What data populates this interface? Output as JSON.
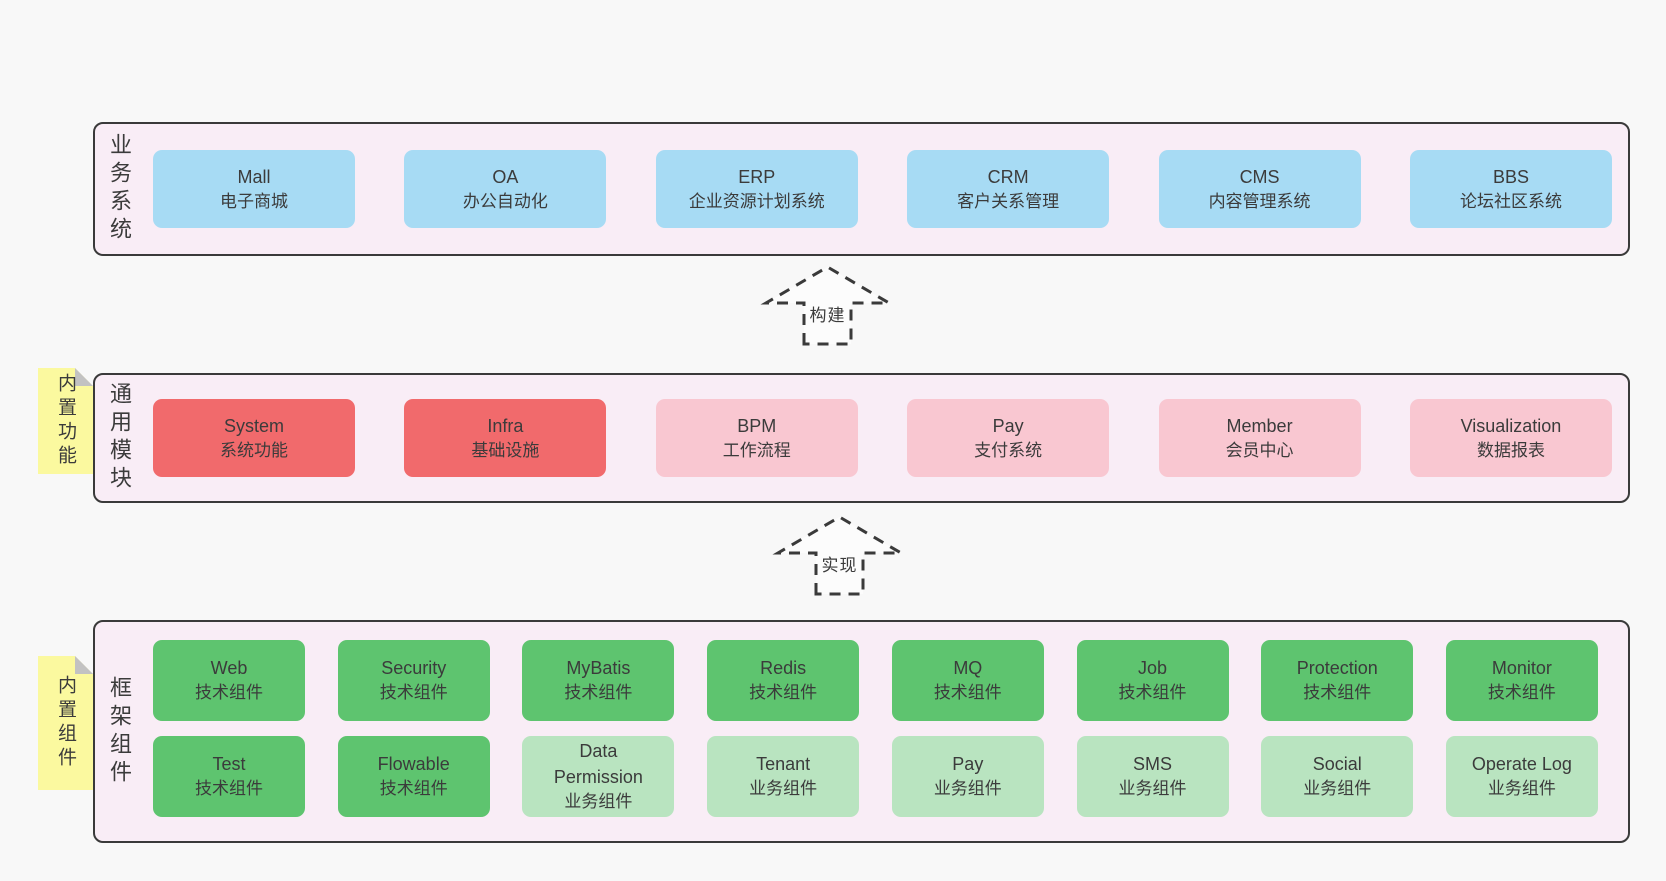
{
  "diagram": {
    "colors": {
      "pageBg": "#f8f8f8",
      "containerBg": "#f9edf6",
      "borderColor": "#3a3a3a",
      "textColor": "#3b3b3b",
      "blue": "#a7dbf4",
      "red": "#f16a6c",
      "pink": "#f9c7d1",
      "green": "#5ec46f",
      "lightGreen": "#b9e4c0",
      "yellow": "#fbf99f",
      "foldGray": "#c2c2c2",
      "arrowFill": "#fcfcfc"
    },
    "notes": [
      {
        "text": "内置功能"
      },
      {
        "text": "内置组件"
      }
    ],
    "arrows": [
      {
        "label": "构建"
      },
      {
        "label": "实现"
      }
    ],
    "layers": [
      {
        "label": "业务系统",
        "boxes": [
          {
            "en": "Mall",
            "zh": "电子商城"
          },
          {
            "en": "OA",
            "zh": "办公自动化"
          },
          {
            "en": "ERP",
            "zh": "企业资源计划系统"
          },
          {
            "en": "CRM",
            "zh": "客户关系管理"
          },
          {
            "en": "CMS",
            "zh": "内容管理系统"
          },
          {
            "en": "BBS",
            "zh": "论坛社区系统"
          }
        ]
      },
      {
        "label": "通用模块",
        "boxes": [
          {
            "en": "System",
            "zh": "系统功能"
          },
          {
            "en": "Infra",
            "zh": "基础设施"
          },
          {
            "en": "BPM",
            "zh": "工作流程"
          },
          {
            "en": "Pay",
            "zh": "支付系统"
          },
          {
            "en": "Member",
            "zh": "会员中心"
          },
          {
            "en": "Visualization",
            "zh": "数据报表"
          }
        ]
      },
      {
        "label": "框架组件",
        "rows": [
          [
            {
              "en": "Web",
              "zh": "技术组件"
            },
            {
              "en": "Security",
              "zh": "技术组件"
            },
            {
              "en": "MyBatis",
              "zh": "技术组件"
            },
            {
              "en": "Redis",
              "zh": "技术组件"
            },
            {
              "en": "MQ",
              "zh": "技术组件"
            },
            {
              "en": "Job",
              "zh": "技术组件"
            },
            {
              "en": "Protection",
              "zh": "技术组件"
            },
            {
              "en": "Monitor",
              "zh": "技术组件"
            }
          ],
          [
            {
              "en": "Test",
              "zh": "技术组件"
            },
            {
              "en": "Flowable",
              "zh": "技术组件"
            },
            {
              "en": "Data Permission",
              "zh": "业务组件"
            },
            {
              "en": "Tenant",
              "zh": "业务组件"
            },
            {
              "en": "Pay",
              "zh": "业务组件"
            },
            {
              "en": "SMS",
              "zh": "业务组件"
            },
            {
              "en": "Social",
              "zh": "业务组件"
            },
            {
              "en": "Operate Log",
              "zh": "业务组件"
            }
          ]
        ]
      }
    ]
  }
}
